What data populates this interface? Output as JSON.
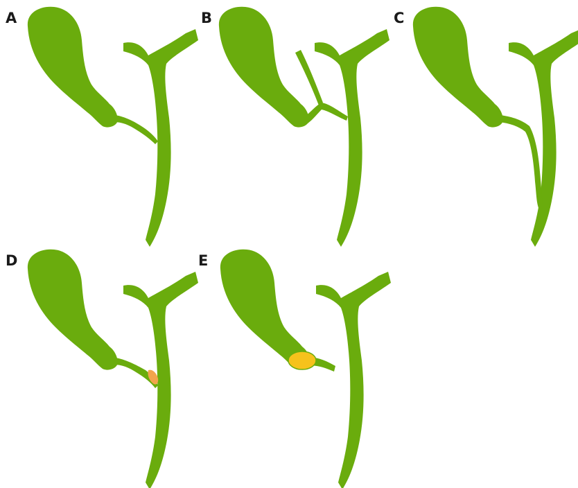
{
  "figure": {
    "background": "#ffffff",
    "duct_color": "#6aac0d",
    "stone_orange": "#f2a44c",
    "stone_yellow": "#f6c21c",
    "panels": [
      {
        "label": "A"
      },
      {
        "label": "B"
      },
      {
        "label": "C"
      },
      {
        "label": "D"
      },
      {
        "label": "E"
      }
    ]
  }
}
